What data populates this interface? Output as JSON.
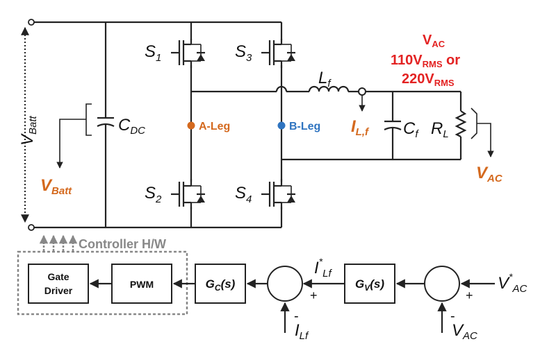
{
  "labels": {
    "s1": "S",
    "s1_sub": "1",
    "s2": "S",
    "s2_sub": "2",
    "s3": "S",
    "s3_sub": "3",
    "s4": "S",
    "s4_sub": "4",
    "cdc": "C",
    "cdc_sub": "DC",
    "lf": "L",
    "lf_sub": "f",
    "cf": "C",
    "cf_sub": "f",
    "rl": "R",
    "rl_sub": "L",
    "vbatt_v": "V",
    "vbatt_v_sub": "Batt",
    "vbatt_meas": "V",
    "vbatt_meas_sub": "Batt",
    "ilf_meas": "I",
    "ilf_meas_sub": "L,f",
    "vac_meas": "V",
    "vac_meas_sub": "AC",
    "a_leg": "A-Leg",
    "b_leg": "B-Leg",
    "vac_title": "V",
    "vac_title_sub": "AC",
    "vac_line1": "110V",
    "vac_line1_sub": "RMS",
    "vac_or": " or",
    "vac_line2": "220V",
    "vac_line2_sub": "RMS",
    "controller_hw": "Controller H/W"
  },
  "blocks": {
    "gate_driver_1": "Gate",
    "gate_driver_2": "Driver",
    "pwm": "PWM",
    "gc": "G",
    "gc_sub": "C",
    "gc_arg": "(s)",
    "gv": "G",
    "gv_sub": "V",
    "gv_arg": "(s)"
  },
  "signals": {
    "ilf_ref": "I",
    "ilf_ref_star": "*",
    "ilf_ref_sub": "Lf",
    "ilf_fb": "I",
    "ilf_fb_sub": "Lf",
    "vac_ref": "V",
    "vac_ref_star": "*",
    "vac_ref_sub": "AC",
    "vac_fb": "V",
    "vac_fb_sub": "AC",
    "plus": "+",
    "minus": "-"
  },
  "colors": {
    "orange": "#d4691e",
    "blue": "#2f74c0",
    "red": "#e32222",
    "dashed_gray": "#888888"
  }
}
